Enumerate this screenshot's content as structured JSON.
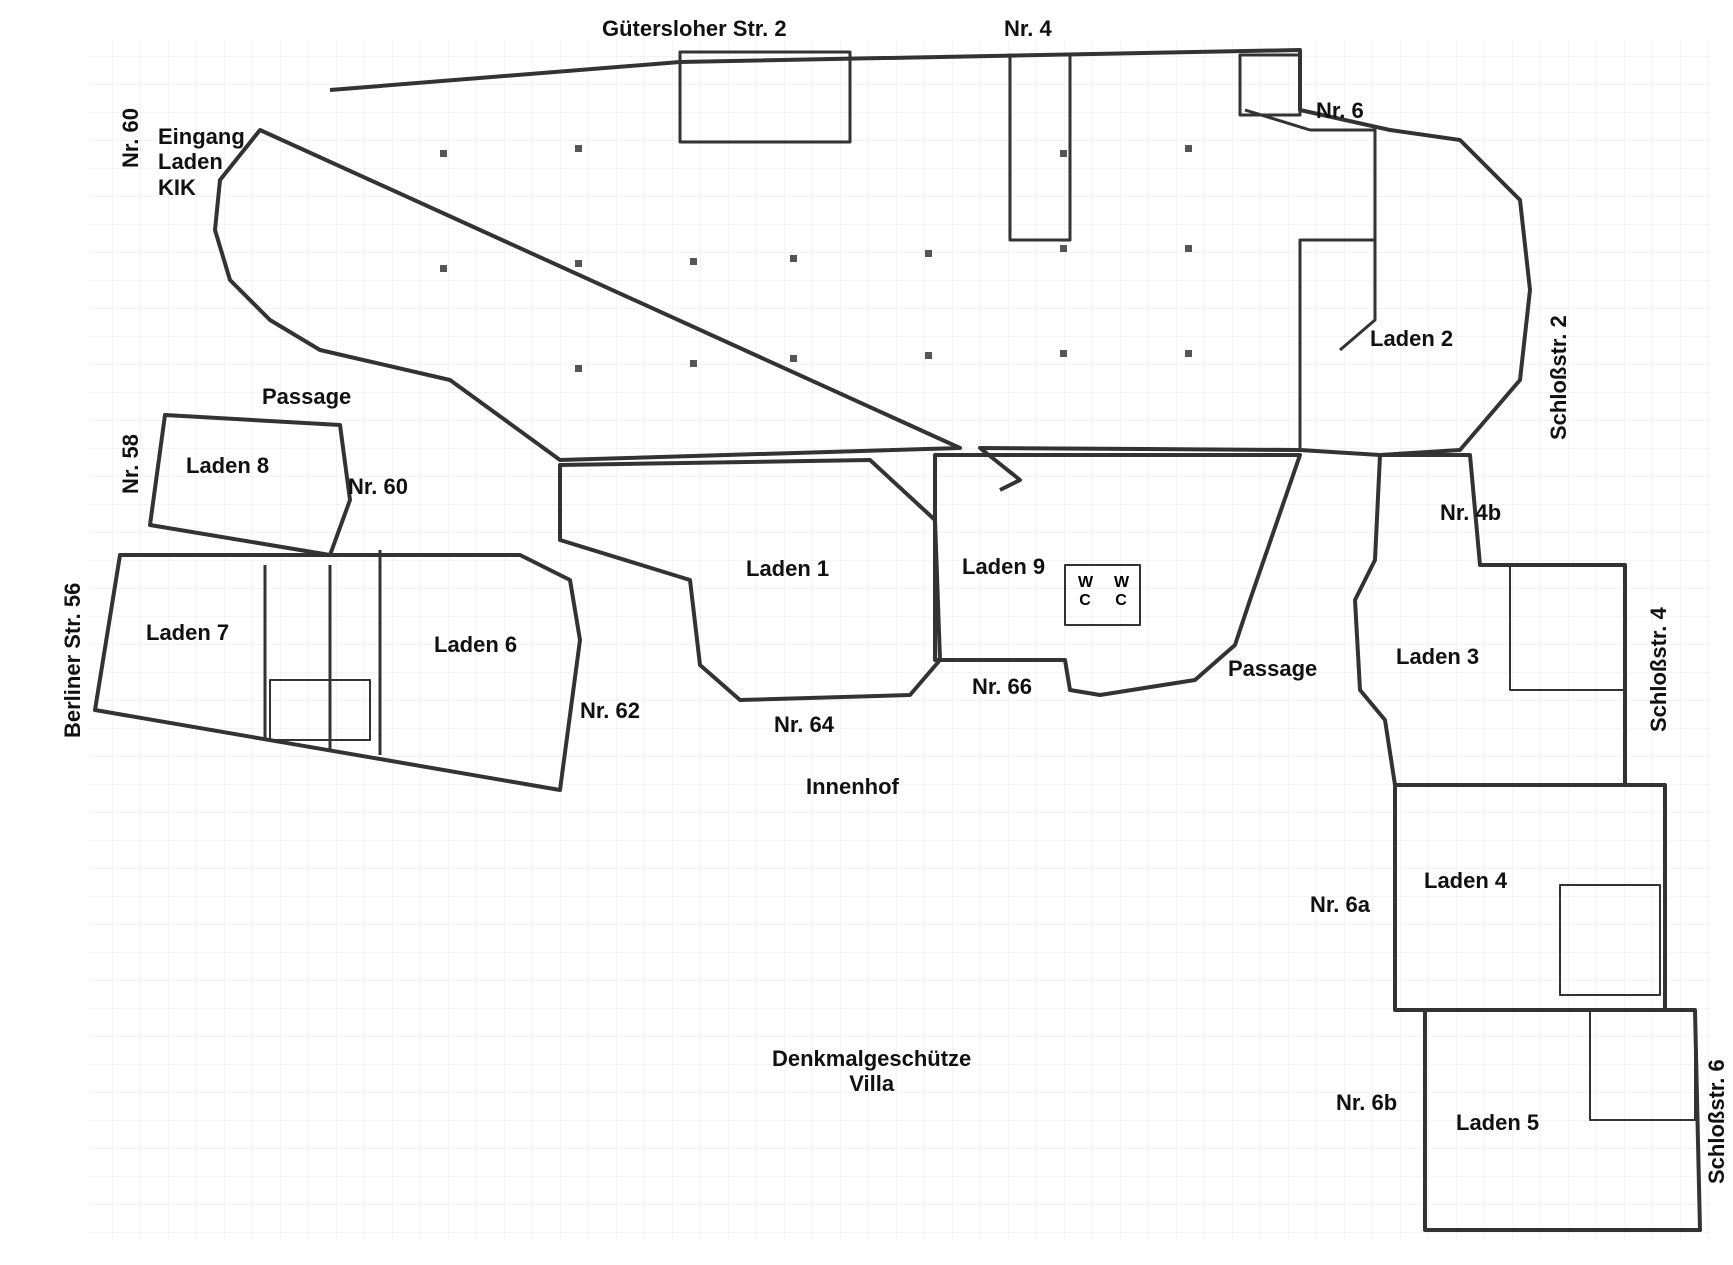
{
  "streets": {
    "guetersloher": "Gütersloher Str.   2",
    "schloss2": "Schloßstr. 2",
    "schloss4": "Schloßstr. 4",
    "schloss6": "Schloßstr. 6",
    "berliner56": "Berliner Str. 56"
  },
  "numbers": {
    "nr4": "Nr. 4",
    "nr6": "Nr. 6",
    "nr60_top": "Nr. 60",
    "nr58": "Nr. 58",
    "nr60_mid": "Nr. 60",
    "nr62": "Nr. 62",
    "nr64": "Nr. 64",
    "nr66": "Nr. 66",
    "nr4b": "Nr. 4b",
    "nr6a": "Nr. 6a",
    "nr6b": "Nr. 6b"
  },
  "entrance": {
    "line1": "Eingang",
    "line2": "Laden",
    "line3": "KIK"
  },
  "shops": {
    "laden1": "Laden 1",
    "laden2": "Laden 2",
    "laden3": "Laden 3",
    "laden4": "Laden 4",
    "laden5": "Laden 5",
    "laden6": "Laden 6",
    "laden7": "Laden 7",
    "laden8": "Laden 8",
    "laden9": "Laden 9"
  },
  "passages": {
    "left": "Passage",
    "right": "Passage"
  },
  "wc": {
    "w": "W",
    "c": "C"
  },
  "courtyard": "Innenhof",
  "villa": {
    "line1": "Denkmalgeschütze",
    "line2": "Villa"
  }
}
